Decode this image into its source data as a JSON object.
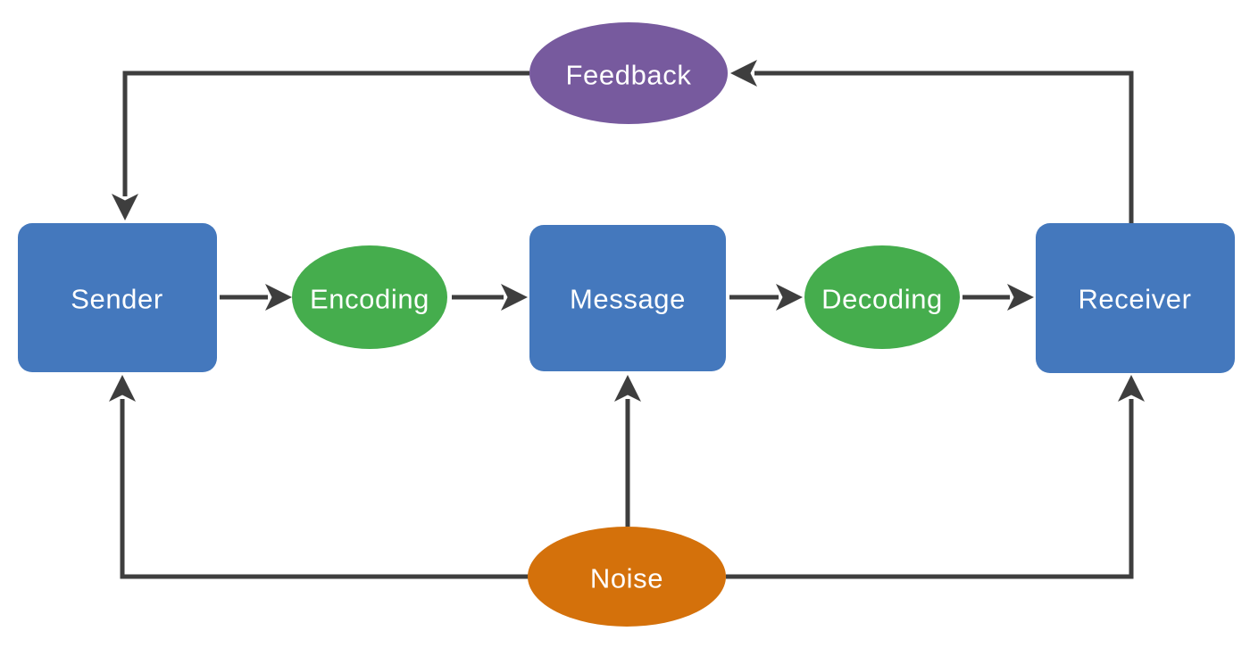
{
  "colors": {
    "node_blue": "#4478BD",
    "ellipse_green": "#45AD4D",
    "ellipse_purple": "#775A9E",
    "ellipse_orange": "#D4710B",
    "line": "#3E3E3E",
    "label_text": "#FFFFFF"
  },
  "nodes": {
    "sender": {
      "label": "Sender"
    },
    "encoding": {
      "label": "Encoding"
    },
    "message": {
      "label": "Message"
    },
    "decoding": {
      "label": "Decoding"
    },
    "receiver": {
      "label": "Receiver"
    },
    "feedback": {
      "label": "Feedback"
    },
    "noise": {
      "label": "Noise"
    }
  },
  "edges": {
    "sender_to_encoding": {
      "from": "Sender",
      "to": "Encoding"
    },
    "encoding_to_message": {
      "from": "Encoding",
      "to": "Message"
    },
    "message_to_decoding": {
      "from": "Message",
      "to": "Decoding"
    },
    "decoding_to_receiver": {
      "from": "Decoding",
      "to": "Receiver"
    },
    "receiver_to_feedback": {
      "from": "Receiver",
      "to": "Feedback"
    },
    "feedback_to_sender": {
      "from": "Feedback",
      "to": "Sender"
    },
    "noise_to_message": {
      "from": "Noise",
      "to": "Message"
    },
    "noise_to_sender": {
      "from": "Noise",
      "to": "Sender"
    },
    "noise_to_receiver": {
      "from": "Noise",
      "to": "Receiver"
    }
  }
}
